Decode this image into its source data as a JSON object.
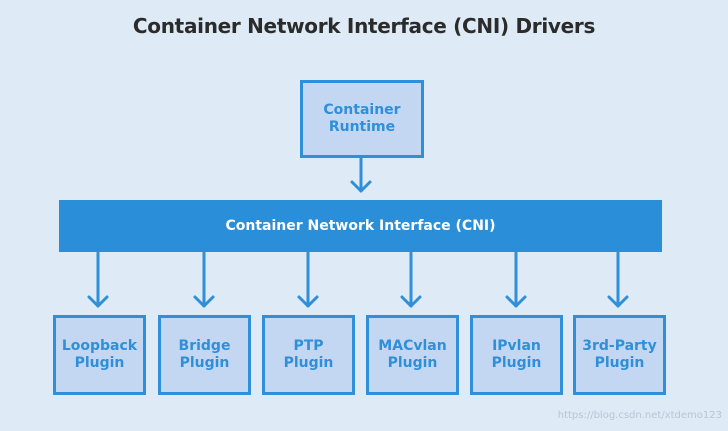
{
  "title": "Container Network Interface (CNI) Drivers",
  "runtime": {
    "label": "Container\nRuntime"
  },
  "cni": {
    "label": "Container Network Interface (CNI)"
  },
  "plugins": [
    {
      "label": "Loopback\nPlugin"
    },
    {
      "label": "Bridge\nPlugin"
    },
    {
      "label": "PTP\nPlugin"
    },
    {
      "label": "MACvlan\nPlugin"
    },
    {
      "label": "IPvlan\nPlugin"
    },
    {
      "label": "3rd-Party\nPlugin"
    }
  ],
  "watermark": "https://blog.csdn.net/xtdemo123",
  "colors": {
    "background": "#deeaf6",
    "accent": "#2f8fd8",
    "box_fill": "#c3d7f3",
    "title": "#2b2b2b"
  }
}
